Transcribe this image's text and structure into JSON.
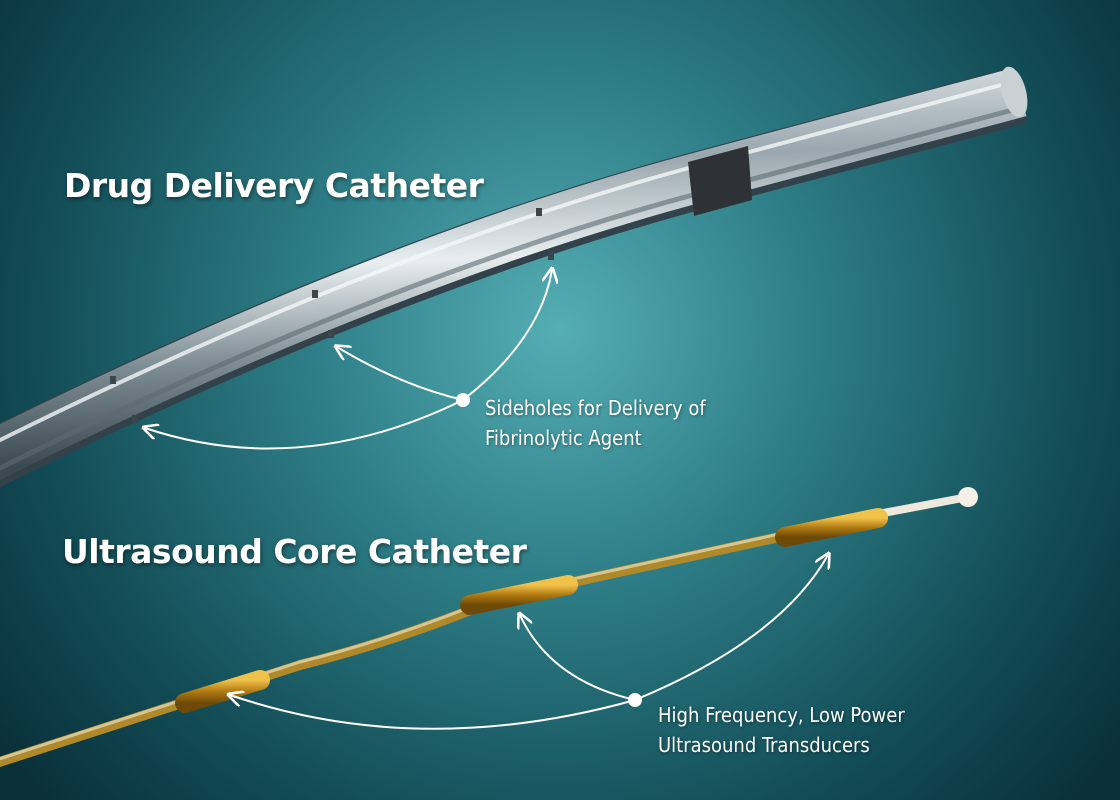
{
  "drug_catheter": {
    "title": "Drug Delivery Catheter",
    "annotation_line1": "Sideholes for Delivery of",
    "annotation_line2": "Fibrinolytic Agent"
  },
  "ultrasound_catheter": {
    "title": "Ultrasound Core Catheter",
    "annotation_line1": "High Frequency, Low Power",
    "annotation_line2": "Ultrasound Transducers"
  },
  "colors": {
    "background_center": "#4fa9b0",
    "background_edge": "#0b3640",
    "transducer": "#c8951e",
    "annotation": "#ffffff"
  }
}
